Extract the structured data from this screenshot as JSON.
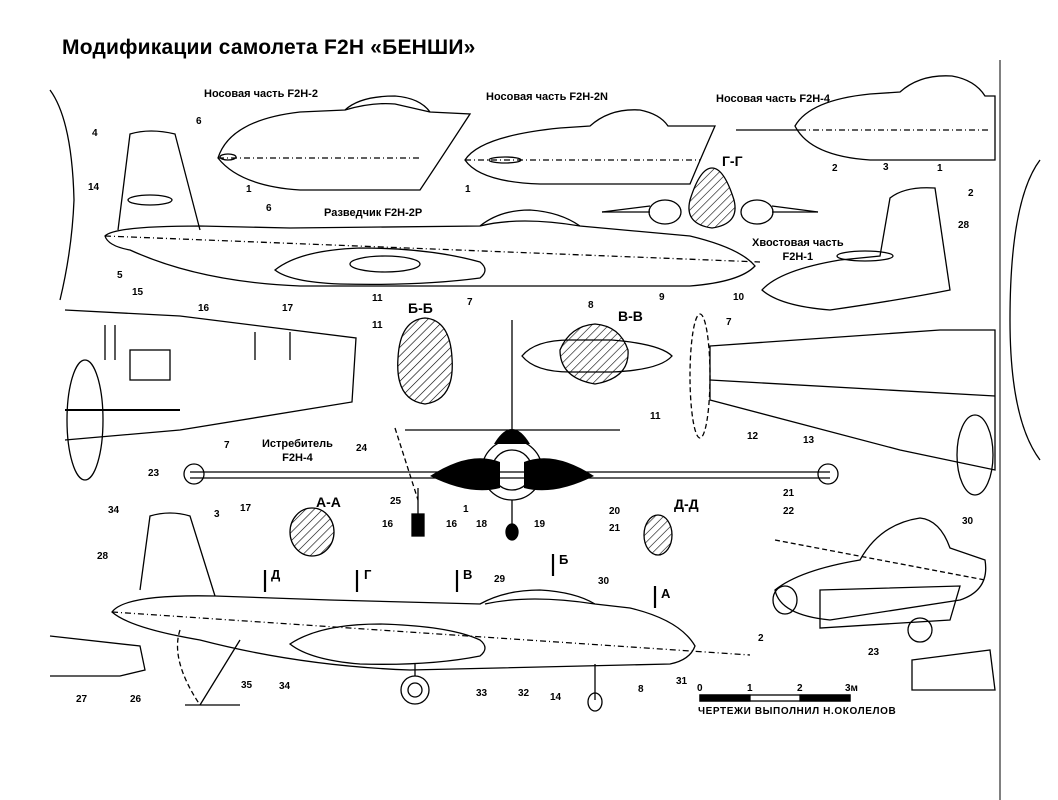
{
  "title": "Модификации самолета F2H «БЕНШИ»",
  "view_labels": {
    "nose_f2h2": "Носовая часть F2H-2",
    "nose_f2h2n": "Носовая часть F2H-2N",
    "nose_f2h4": "Носовая часть F2H-4",
    "recon_f2h2p": "Разведчик F2H-2P",
    "tail_f2h1_line1": "Хвостовая часть",
    "tail_f2h1_line2": "F2H-1",
    "fighter_f2h4_line1": "Истребитель",
    "fighter_f2h4_line2": "F2H-4"
  },
  "sections": {
    "gg": "Г-Г",
    "bb": "Б-Б",
    "vv": "В-В",
    "aa": "А-А",
    "dd": "Д-Д"
  },
  "cut_marks": {
    "d": "Д",
    "g": "Г",
    "v": "В",
    "b": "Б",
    "a": "А"
  },
  "callouts": {
    "n1": "1",
    "n2": "2",
    "n3": "3",
    "n4": "4",
    "n5": "5",
    "n6": "6",
    "n7": "7",
    "n8": "8",
    "n9": "9",
    "n10": "10",
    "n11": "11",
    "n12": "12",
    "n13": "13",
    "n14": "14",
    "n15": "15",
    "n16": "16",
    "n17": "17",
    "n18": "18",
    "n19": "19",
    "n20": "20",
    "n21": "21",
    "n22": "22",
    "n23": "23",
    "n24": "24",
    "n25": "25",
    "n26": "26",
    "n27": "27",
    "n28": "28",
    "n29": "29",
    "n30": "30",
    "n31": "31",
    "n32": "32",
    "n33": "33",
    "n34": "34",
    "n35": "35"
  },
  "scale": {
    "t0": "0",
    "t1": "1",
    "t2": "2",
    "t3": "3м"
  },
  "credit": "ЧЕРТЕЖИ  ВЫПОЛНИЛ  Н.ОКОЛЕЛОВ"
}
